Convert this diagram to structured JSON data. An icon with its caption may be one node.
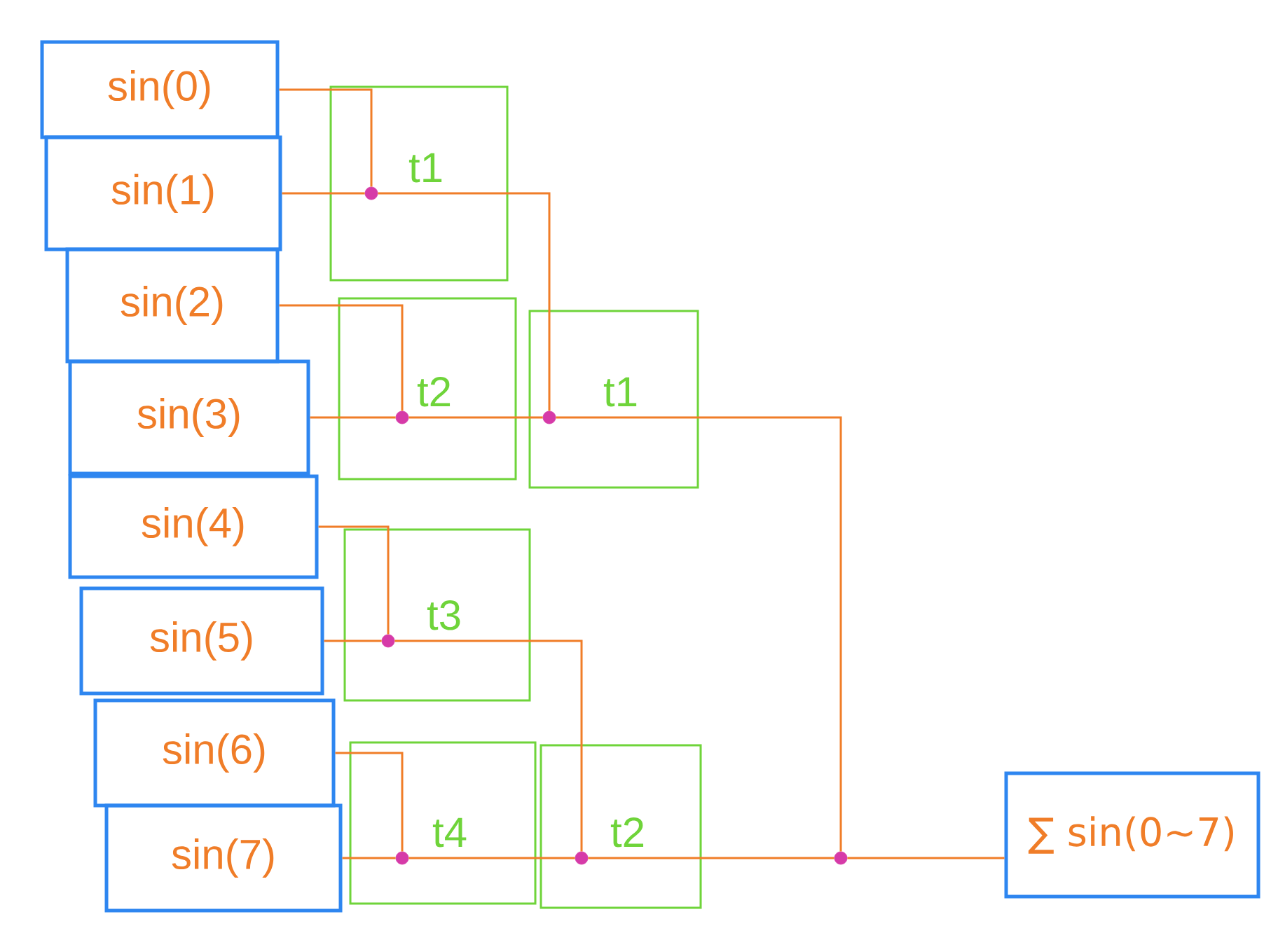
{
  "diagram": {
    "nodes": [
      {
        "text": [
          "sin(0)"
        ]
      },
      {
        "text": [
          "sin(1)"
        ]
      },
      {
        "text": [
          "sin(2)"
        ]
      },
      {
        "text": [
          "sin(3)"
        ]
      },
      {
        "text": [
          "sin(4)"
        ]
      },
      {
        "text": [
          "sin(5)"
        ]
      },
      {
        "text": [
          "sin(6)"
        ]
      },
      {
        "text": [
          "sin(7)"
        ]
      },
      {
        "text": [
          "t1"
        ]
      },
      {
        "text": [],
        "shape": "circle",
        "in": 8
      },
      {
        "text": [
          "t2"
        ]
      },
      {
        "text": [],
        "shape": "circle",
        "in": 10
      },
      {
        "text": [
          "t1"
        ]
      },
      {
        "text": [],
        "shape": "circle",
        "in": 12
      },
      {
        "text": [
          "t3"
        ]
      },
      {
        "text": [],
        "shape": "circle",
        "in": 14
      },
      {
        "text": [
          "t4"
        ]
      },
      {
        "text": [],
        "shape": "circle",
        "in": 16
      },
      {
        "text": [
          "t2"
        ]
      },
      {
        "text": [],
        "shape": "circle",
        "in": 18
      },
      {
        "text": [],
        "shape": "circle"
      },
      {
        "text": [
          "∑ sin(0~7)"
        ]
      }
    ],
    "edges": [
      {
        "from": 0,
        "to": 9,
        "arrow": "none"
      },
      {
        "from": 1,
        "to": 9,
        "arrow": "none"
      },
      {
        "from": 2,
        "to": 11,
        "arrow": "none"
      },
      {
        "from": 3,
        "to": 11,
        "arrow": "none"
      },
      {
        "from": 9,
        "to": 13,
        "arrow": "none"
      },
      {
        "from": 11,
        "to": 13,
        "arrow": "none"
      },
      {
        "from": 4,
        "to": 15,
        "arrow": "none"
      },
      {
        "from": 5,
        "to": 15,
        "arrow": "none"
      },
      {
        "from": 6,
        "to": 17,
        "arrow": "none"
      },
      {
        "from": 7,
        "to": 17,
        "arrow": "none"
      },
      {
        "from": 15,
        "to": 19,
        "arrow": "none"
      },
      {
        "from": 17,
        "to": 19,
        "arrow": "none"
      },
      {
        "from": 13,
        "to": 20,
        "arrow": "none"
      },
      {
        "from": 19,
        "to": 20,
        "arrow": "none"
      },
      {
        "from": 20,
        "to": 21,
        "arrow": "none"
      }
    ]
  }
}
